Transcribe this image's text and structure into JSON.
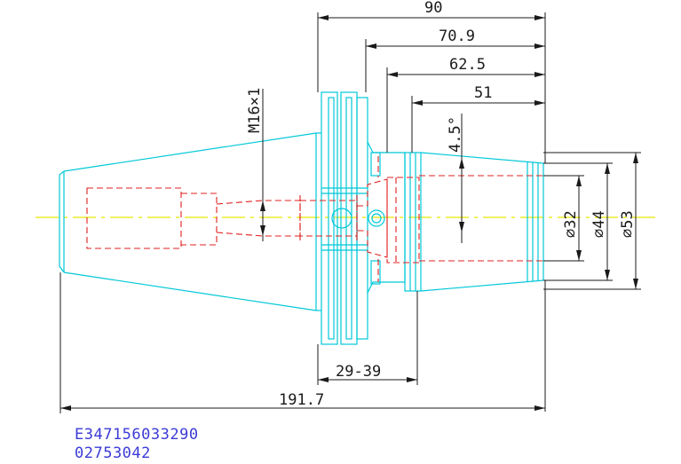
{
  "drawing": {
    "dimensions": {
      "d90": "90",
      "d709": "70.9",
      "d625": "62.5",
      "d51": "51",
      "d1917": "191.7",
      "range": "29-39",
      "thread": "M16×1",
      "angle": "4.5°",
      "dia32": "⌀32",
      "dia44": "⌀44",
      "dia53": "⌀53"
    },
    "codes": {
      "line1": "E347156033290",
      "line2": "02753042"
    },
    "colors": {
      "outline": "#00c8d8",
      "hidden": "#e02020",
      "center": "#e6e600",
      "dimension": "#1a1a1a",
      "text": "#3b3bd6"
    }
  }
}
